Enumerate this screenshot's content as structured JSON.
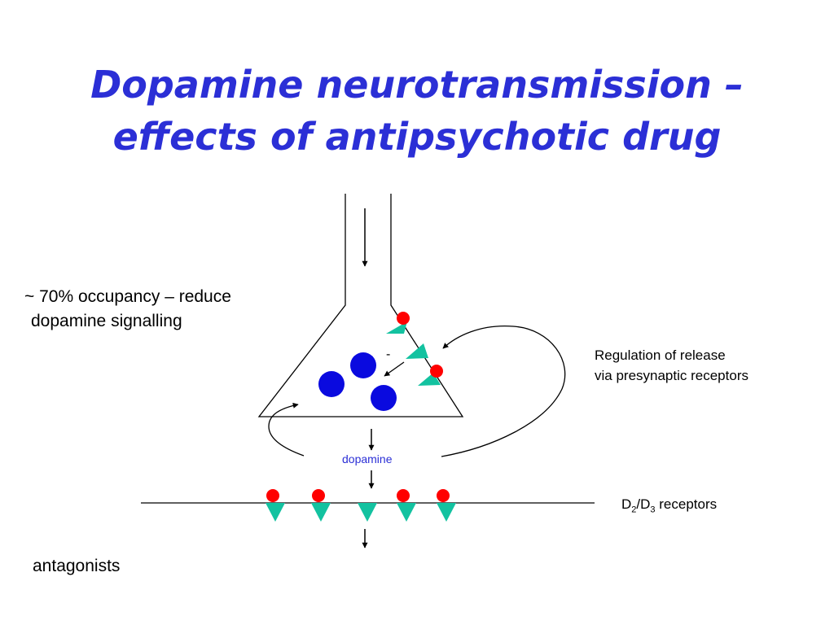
{
  "title": {
    "line1": "Dopamine neurotransmission –",
    "line2": "effects of antipsychotic drug"
  },
  "labels": {
    "occupancy_line1": "~ 70% occupancy – reduce",
    "occupancy_line2": "dopamine signalling",
    "regulation_line1": "Regulation of release",
    "regulation_line2": "via presynaptic receptors",
    "receptor_d": "D",
    "receptor_sub1": "2",
    "receptor_slash": "/D",
    "receptor_sub2": "3",
    "receptor_suffix": " receptors",
    "antagonists": "antagonists",
    "dopamine": "dopamine",
    "minus": "-"
  },
  "colors": {
    "title": "#2b2fd6",
    "vesicle": "#0a0adf",
    "receptor": "#13c2a0",
    "antagonist": "#ff0000",
    "dopamine_label": "#2b2fd6"
  }
}
